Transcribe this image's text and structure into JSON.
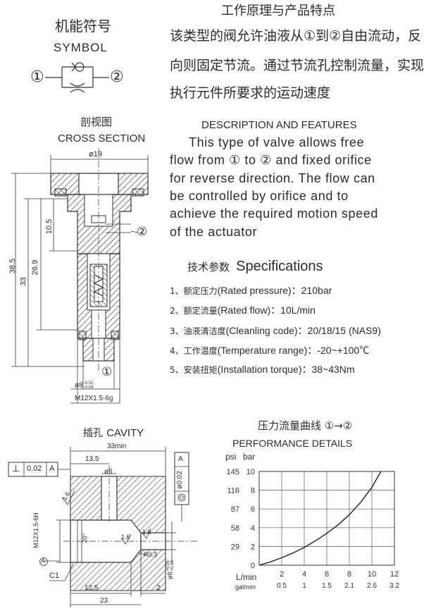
{
  "symbol": {
    "title_cn": "机能符号",
    "title_en": "SYMBOL",
    "port_in": "①",
    "port_out": "②"
  },
  "principle": {
    "title": "工作原理与产品特点",
    "lines": [
      "该类型的阀允许油液从①到②自由流动，反",
      "向则固定节流。通过节流孔控制流量，实现",
      "执行元件所要求的运动速度"
    ]
  },
  "cross_section": {
    "title_cn": "剖视图",
    "title_en": "CROSS SECTION",
    "dims": {
      "top_dia": "ø19",
      "len_total": "38.5",
      "len_33": "33",
      "len_26": "26.9",
      "len_10": "10.5",
      "bore": "ø8",
      "bore_tol_upper": "-0.02",
      "bore_tol_lower": "-0.04",
      "thread": "M12X1.5-6g"
    },
    "port_1": "①",
    "port_2": "②"
  },
  "description": {
    "title": "DESCRIPTION  AND  FEATURES",
    "lines": [
      "This type of valve allows free",
      "flow from ① to ② and fixed orifice",
      "for reverse direction. The flow can",
      "be controlled  by  orifice and to",
      "achieve the required motion speed",
      "of the actuator"
    ]
  },
  "specs": {
    "title_cn": "技术参数",
    "title_en": "Specifications",
    "items": [
      {
        "cn": "1、额定压力",
        "en": "(Rated pressure)：210bar"
      },
      {
        "cn": "2、额定流量",
        "en": "(Rated flow)：10L/min"
      },
      {
        "cn": "3、油液清洁度",
        "en": "(Cleanling code)：20/18/15 (NAS9)"
      },
      {
        "cn": "4、工作温度",
        "en": "(Temperature range)：-20~+100℃"
      },
      {
        "cn": "5、安装扭矩",
        "en": "(Installation torque)：38~43Nm"
      }
    ]
  },
  "cavity": {
    "title_cn": "插孔",
    "title_en": "CAVITY",
    "dims": {
      "min_len": "33min",
      "d13": "13.5",
      "d6": "ø6",
      "ra16a": "1.6",
      "ra16b": "1.6",
      "ra16c": "1.6",
      "thread": "M12X1.5-6H",
      "angle": "20°",
      "r": "R0.3",
      "c1": "C1",
      "d125": "12.5",
      "d2": "2",
      "d23": "23",
      "bore": "ø8",
      "bore_tol_upper": "+0.06",
      "bore_tol_lower": "+0.03",
      "datum": "A",
      "perp_sym": "⊥",
      "perp_val": "0.02",
      "perp_ref": "A",
      "conc_val": "ø0.02",
      "conc_ref": "A"
    }
  },
  "chart_title": {
    "cn": "压力流量曲线 ①→②",
    "en": "PERFORMANCE  DETAILS"
  },
  "chart_data": {
    "type": "line",
    "title": "PERFORMANCE  DETAILS",
    "ylabel_units": [
      "psi",
      "bar"
    ],
    "xlabel_units": [
      "L/min",
      "gal/min"
    ],
    "x_ticks": [
      2,
      4,
      6,
      8,
      10,
      12
    ],
    "x_ticks_gal": [
      "0.5",
      "1",
      "1.5",
      "2.1",
      "2.6",
      "3.2"
    ],
    "y_ticks_bar": [
      0,
      2,
      4,
      6,
      8,
      10
    ],
    "y_ticks_psi": [
      "",
      "29",
      "58",
      "87",
      "116",
      "145"
    ],
    "xlim": [
      0,
      12
    ],
    "ylim": [
      0,
      10
    ],
    "grid": true,
    "series": [
      {
        "x": [
          0,
          1,
          2,
          3,
          4,
          5,
          6,
          7,
          8,
          9,
          10,
          10.8
        ],
        "y": [
          0,
          0.35,
          0.8,
          1.3,
          1.9,
          2.6,
          3.4,
          4.3,
          5.4,
          6.7,
          8.3,
          10
        ]
      }
    ]
  }
}
